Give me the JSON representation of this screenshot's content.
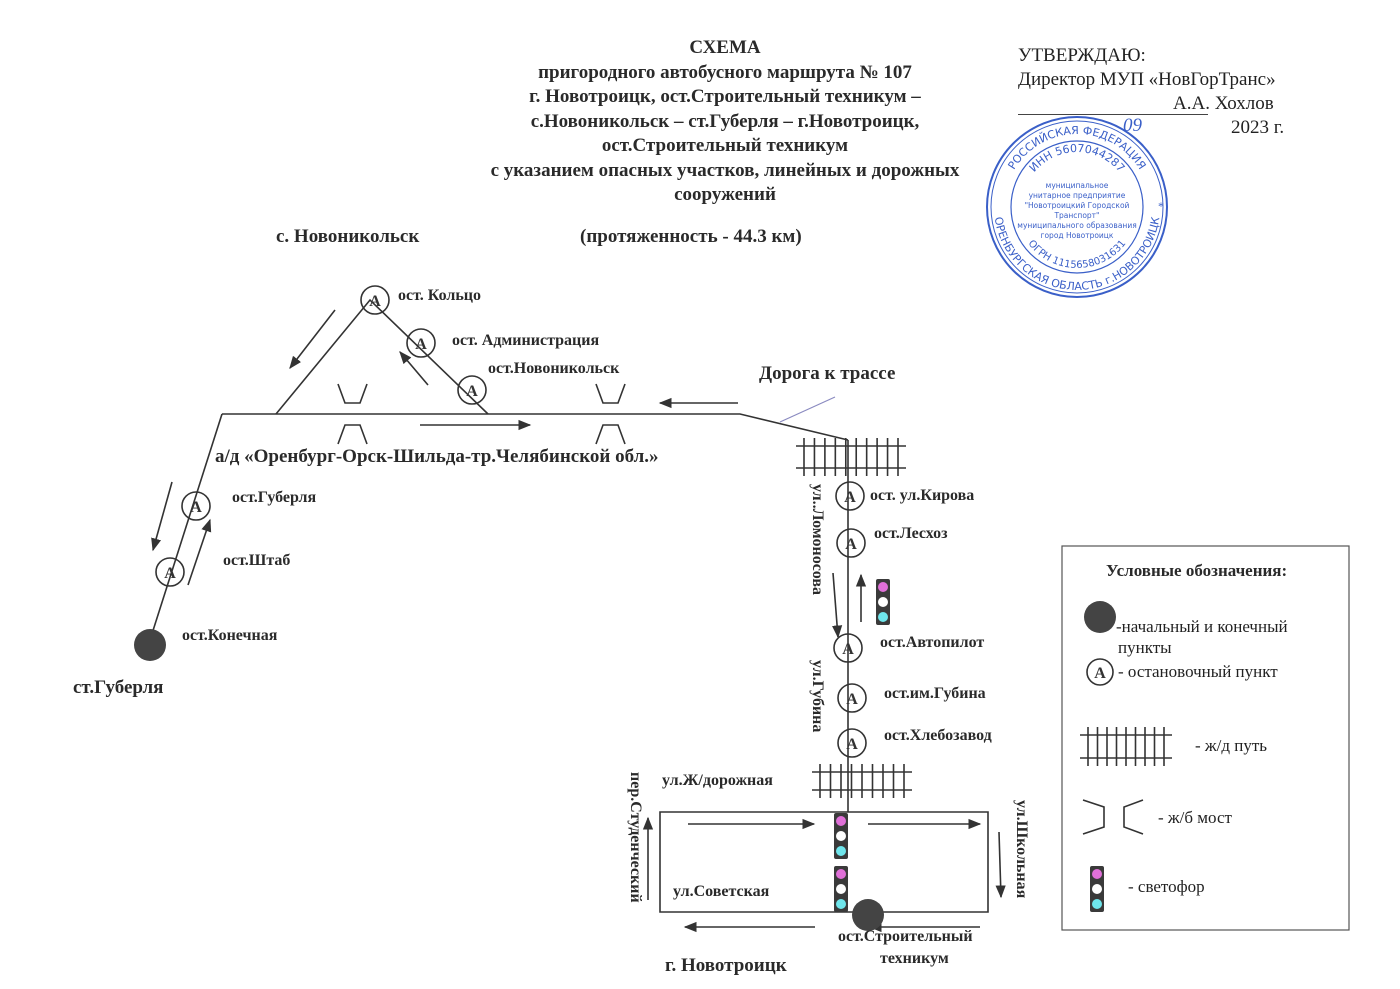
{
  "header": {
    "title": "СХЕМА",
    "lines": [
      "пригородного автобусного маршрута № 107",
      "г. Новотроицк, ост.Строительный техникум –",
      "с.Новоникольск – ст.Губерля – г.Новотроицк,",
      "ост.Строительный техникум",
      "с указанием опасных участков, линейных и дорожных",
      "сооружений"
    ],
    "length": "(протяженность -  44.3 км)",
    "village": "с. Новоникольск"
  },
  "approval": {
    "heading": "УТВЕРЖДАЮ:",
    "position": "Директор МУП «НовГорТранс»",
    "name": "А.А. Хохлов",
    "date_prefix": "«__»",
    "date_month": "09",
    "year": "2023 г."
  },
  "stamp": {
    "outer_top": "РОССИЙСКАЯ ФЕДЕРАЦИЯ",
    "inn": "ИНН 5607044287",
    "center_lines": [
      "муниципальное",
      "унитарное предприятие",
      "\"Новотроицкий Городской",
      "Транспорт\"",
      "муниципального образования",
      "город Новотроицк"
    ],
    "ogrn": "ОГРН 1115658031631",
    "outer_bottom": "ОРЕНБУРГСКАЯ ОБЛАСТЬ г.НОВОТРОИЦК",
    "color": "#3a5fc8"
  },
  "stops": {
    "koltso": "ост. Кольцо",
    "administration": "ост. Администрация",
    "novonikolsk": "ост.Новоникольск",
    "guberlya": "ост.Губерля",
    "shtab": "ост.Штаб",
    "konechnaya": "ост.Конечная",
    "kirova": "ост. ул.Кирова",
    "leskhoz": "ост.Лесхоз",
    "avtopilot": "ост.Автопилот",
    "gubina": "ост.им.Губина",
    "khlebozavod": "ост.Хлебозавод",
    "tekhnikum_1": "ост.Строительный",
    "tekhnikum_2": "техникум"
  },
  "places": {
    "st_guberlya": "ст.Губерля",
    "road_to_highway": "Дорога к трассе",
    "highway": "а/д «Оренбург-Орск-Шильда-тр.Челябинской обл.»",
    "novotroitsk": "г. Новотроицк"
  },
  "streets": {
    "lomonosova": "ул..Ломоносова",
    "gubina": "ул.Губина",
    "zh_dorozhnaya": "ул.Ж/дорожная",
    "sovetskaya": "ул.Советская",
    "studencheskiy": "пер.Студенческий",
    "shkolnaya": "ул.Школьная"
  },
  "stop_symbol": "A",
  "legend": {
    "title": "Условные обозначения:",
    "terminal_1": "-начальный и конечный",
    "terminal_2": "пункты",
    "stop": "- остановочный пункт",
    "railway": "- ж/д путь",
    "bridge": "- ж/б мост",
    "traffic_light": "- светофор"
  },
  "colors": {
    "line": "#333333",
    "light_red": "#e070d8",
    "light_yellow": "#ffffff",
    "light_green": "#6fe6ec",
    "light_body": "#3a3a3a",
    "terminal": "#444444",
    "stamp_blue": "#3a5fc8"
  }
}
